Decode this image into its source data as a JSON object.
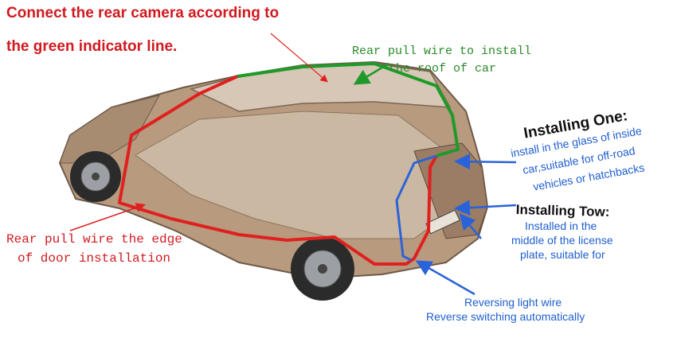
{
  "heading": {
    "line1": "Connect the rear camera according to",
    "line2": "the green indicator line."
  },
  "labels": {
    "roof_line1": "Rear pull wire to install",
    "roof_line2": "the roof of car",
    "door_line1": "Rear pull wire the edge",
    "door_line2": "of door installation",
    "installing_one_title": "Installing One:",
    "installing_one_line1": "install in the glass of inside",
    "installing_one_line2": "car,suitable for off-road",
    "installing_one_line3": "vehicles or hatchbacks",
    "installing_two_title": "Installing Tow:",
    "installing_two_line1": "Installed in the",
    "installing_two_line2": "middle of the license",
    "installing_two_line3": "plate, suitable for",
    "reversing_line1": "Reversing light wire",
    "reversing_line2": "Reverse switching automatically"
  },
  "colors": {
    "red_wire": "#e0201f",
    "green_wire": "#1f9a2a",
    "blue_wire": "#2a63d8",
    "heading": "#d01a1f",
    "annotation_blue": "#1f5fd0",
    "car_body": "#b89a7e"
  }
}
